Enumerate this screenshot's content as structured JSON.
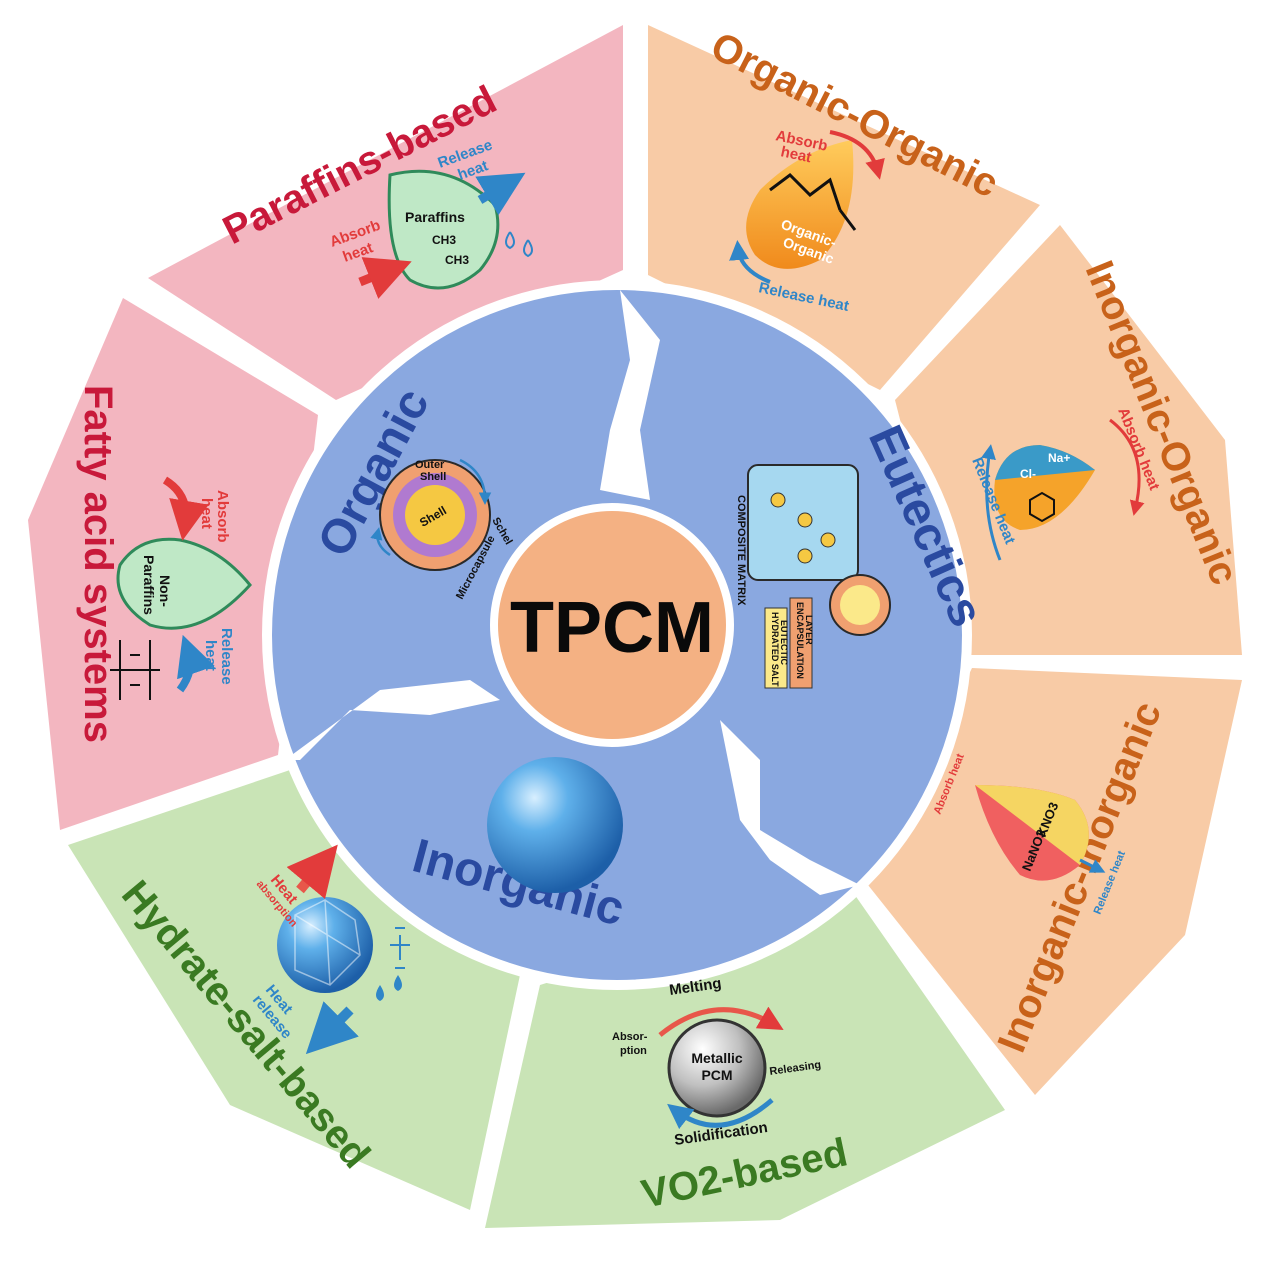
{
  "center": {
    "title": "TPCM"
  },
  "inner": {
    "organic": "Organic",
    "eutectics": "Eutectics",
    "inorganic": "Inorganic"
  },
  "segments": {
    "paraffins": {
      "title": "Paraffins-based",
      "color": "#f3b6c0",
      "text_color": "#c8193a"
    },
    "fatty": {
      "title": "Fatty acid systems",
      "color": "#f3b6c0",
      "text_color": "#c8193a"
    },
    "org_org": {
      "title": "Organic-Organic",
      "color": "#f8cba6",
      "text_color": "#c8621a"
    },
    "inorg_org": {
      "title": "Inorganic-Organic",
      "color": "#f8cba6",
      "text_color": "#c8621a"
    },
    "inorg_inorg": {
      "title": "Inorganic-Inorganic",
      "color": "#f8cba6",
      "text_color": "#c8621a"
    },
    "hydrate": {
      "title": "Hydrate-salt-based",
      "color": "#c9e4b6",
      "text_color": "#3a7a22"
    },
    "vo2": {
      "title": "VO2-based",
      "color": "#c9e4b6",
      "text_color": "#3a7a22"
    }
  },
  "icons": {
    "paraffins": {
      "drop_label": "Paraffins",
      "formula_1": "CH3",
      "formula_2": "CH3",
      "absorb": [
        "Absorb",
        "heat"
      ],
      "release": [
        "Release",
        "heat"
      ]
    },
    "fatty": {
      "drop_label": [
        "Non-",
        "Paraffins"
      ],
      "absorb": [
        "Absorb",
        "heat"
      ],
      "release": [
        "Release",
        "heat"
      ]
    },
    "org_org": {
      "drop_label": [
        "Organic-",
        "Organic"
      ],
      "absorb": [
        "Absorb",
        "heat"
      ],
      "release": "Release heat"
    },
    "inorg_org": {
      "ions": [
        "Na+",
        "Cl-"
      ],
      "absorb": "Absorb heat",
      "release": "Release heat"
    },
    "inorg_inorg": {
      "salt_1": "KNO3",
      "salt_2": "NaNO3",
      "absorb": "Absorb heat",
      "release": "Release heat"
    },
    "hydrate": {
      "absorb": [
        "Heat",
        "absorption"
      ],
      "release": [
        "Heat",
        "release"
      ]
    },
    "vo2": {
      "core": [
        "Metallic",
        "PCM"
      ],
      "melting": "Melting",
      "absorption": [
        "Absor-",
        "ption"
      ],
      "releasing": "Releasing",
      "solidification": "Solidification"
    },
    "organic": {
      "outer_shell": [
        "Outer",
        "Shell"
      ],
      "shell": "Shell",
      "schel": "Schel",
      "microcapsule": "Microcapsule"
    },
    "eutectics": {
      "matrix": "COMPOSITE MATRIX",
      "encapsulation": [
        "ENCAPSULATION",
        "LAYER"
      ],
      "hydrated": [
        "HYDRATED SALT",
        "EUTECTIC"
      ]
    }
  }
}
